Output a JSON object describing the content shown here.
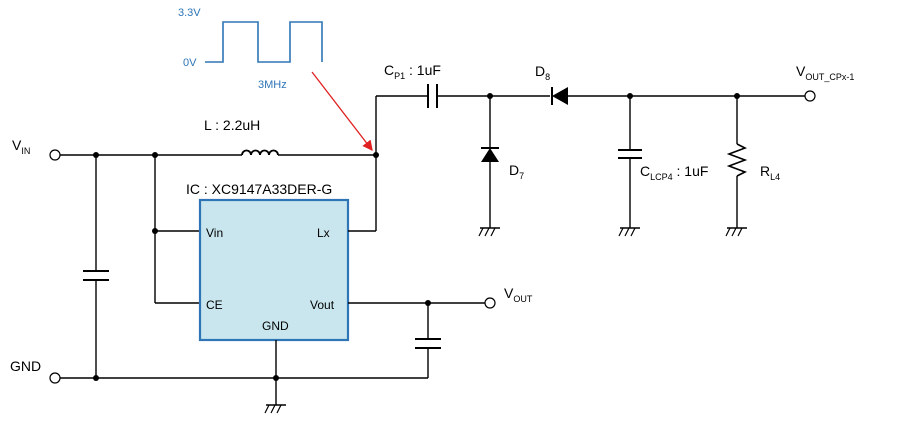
{
  "colors": {
    "ic_fill": "#c9e6ee",
    "ic_border": "#2e75b6",
    "waveform": "#2e75b6",
    "arrow": "#e02020"
  },
  "waveform": {
    "high_label": "3.3V",
    "low_label": "0V",
    "freq_label": "3MHz"
  },
  "terminals": {
    "vin": {
      "main": "V",
      "sub": "IN"
    },
    "gnd": {
      "main": "GND"
    },
    "vout": {
      "main": "V",
      "sub": "OUT"
    },
    "vout_cp": {
      "main": "V",
      "sub": "OUT_CPx-1"
    }
  },
  "components": {
    "inductor": "L : 2.2uH",
    "ic": "IC : XC9147A33DER-G",
    "cp1": {
      "main": "C",
      "sub": "P1",
      "value": " : 1uF"
    },
    "d8": {
      "main": "D",
      "sub": "8"
    },
    "d7": {
      "main": "D",
      "sub": "7"
    },
    "clcp4": {
      "main": "C",
      "sub": "LCP4",
      "value": " : 1uF"
    },
    "rl4": {
      "main": "R",
      "sub": "L4"
    }
  },
  "ic_pins": {
    "vin": "Vin",
    "ce": "CE",
    "lx": "Lx",
    "vout": "Vout",
    "gnd": "GND"
  },
  "icons": {
    "ground": "ground-symbol-icon",
    "junction": "junction-dot-icon"
  }
}
